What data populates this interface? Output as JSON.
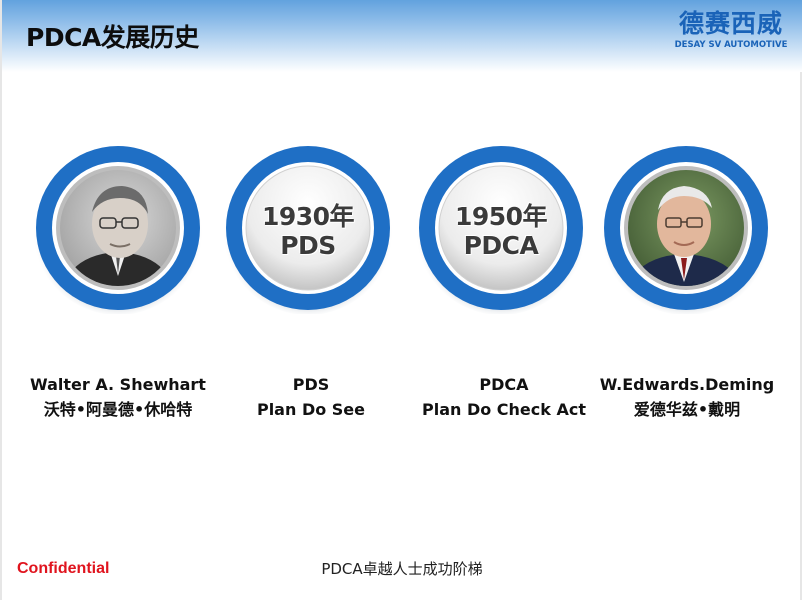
{
  "header": {
    "title": "PDCA发展历史",
    "logo_cn": "德赛西威",
    "logo_en": "DESAY SV AUTOMOTIVE"
  },
  "timeline": [
    {
      "kind": "portrait",
      "portrait": "shewhart-portrait",
      "caption_line1": "Walter A. Shewhart",
      "caption_line2": "沃特•阿曼德•休哈特"
    },
    {
      "kind": "text",
      "line1": "1930年",
      "line2": "PDS",
      "caption_line1": "PDS",
      "caption_line2": "Plan Do See"
    },
    {
      "kind": "text",
      "line1": "1950年",
      "line2": "PDCA",
      "caption_line1": "PDCA",
      "caption_line2": "Plan Do Check Act"
    },
    {
      "kind": "portrait",
      "portrait": "deming-portrait",
      "caption_line1": "W.Edwards.Deming",
      "caption_line2": "爱德华兹•戴明"
    }
  ],
  "footer": {
    "confidential": "Confidential",
    "subtitle": "PDCA卓越人士成功阶梯"
  },
  "colors": {
    "ring_blue": "#1f6fc5",
    "title_text": "#0d0d0d",
    "confidential_red": "#e0141e",
    "logo_blue": "#1a63b8"
  }
}
